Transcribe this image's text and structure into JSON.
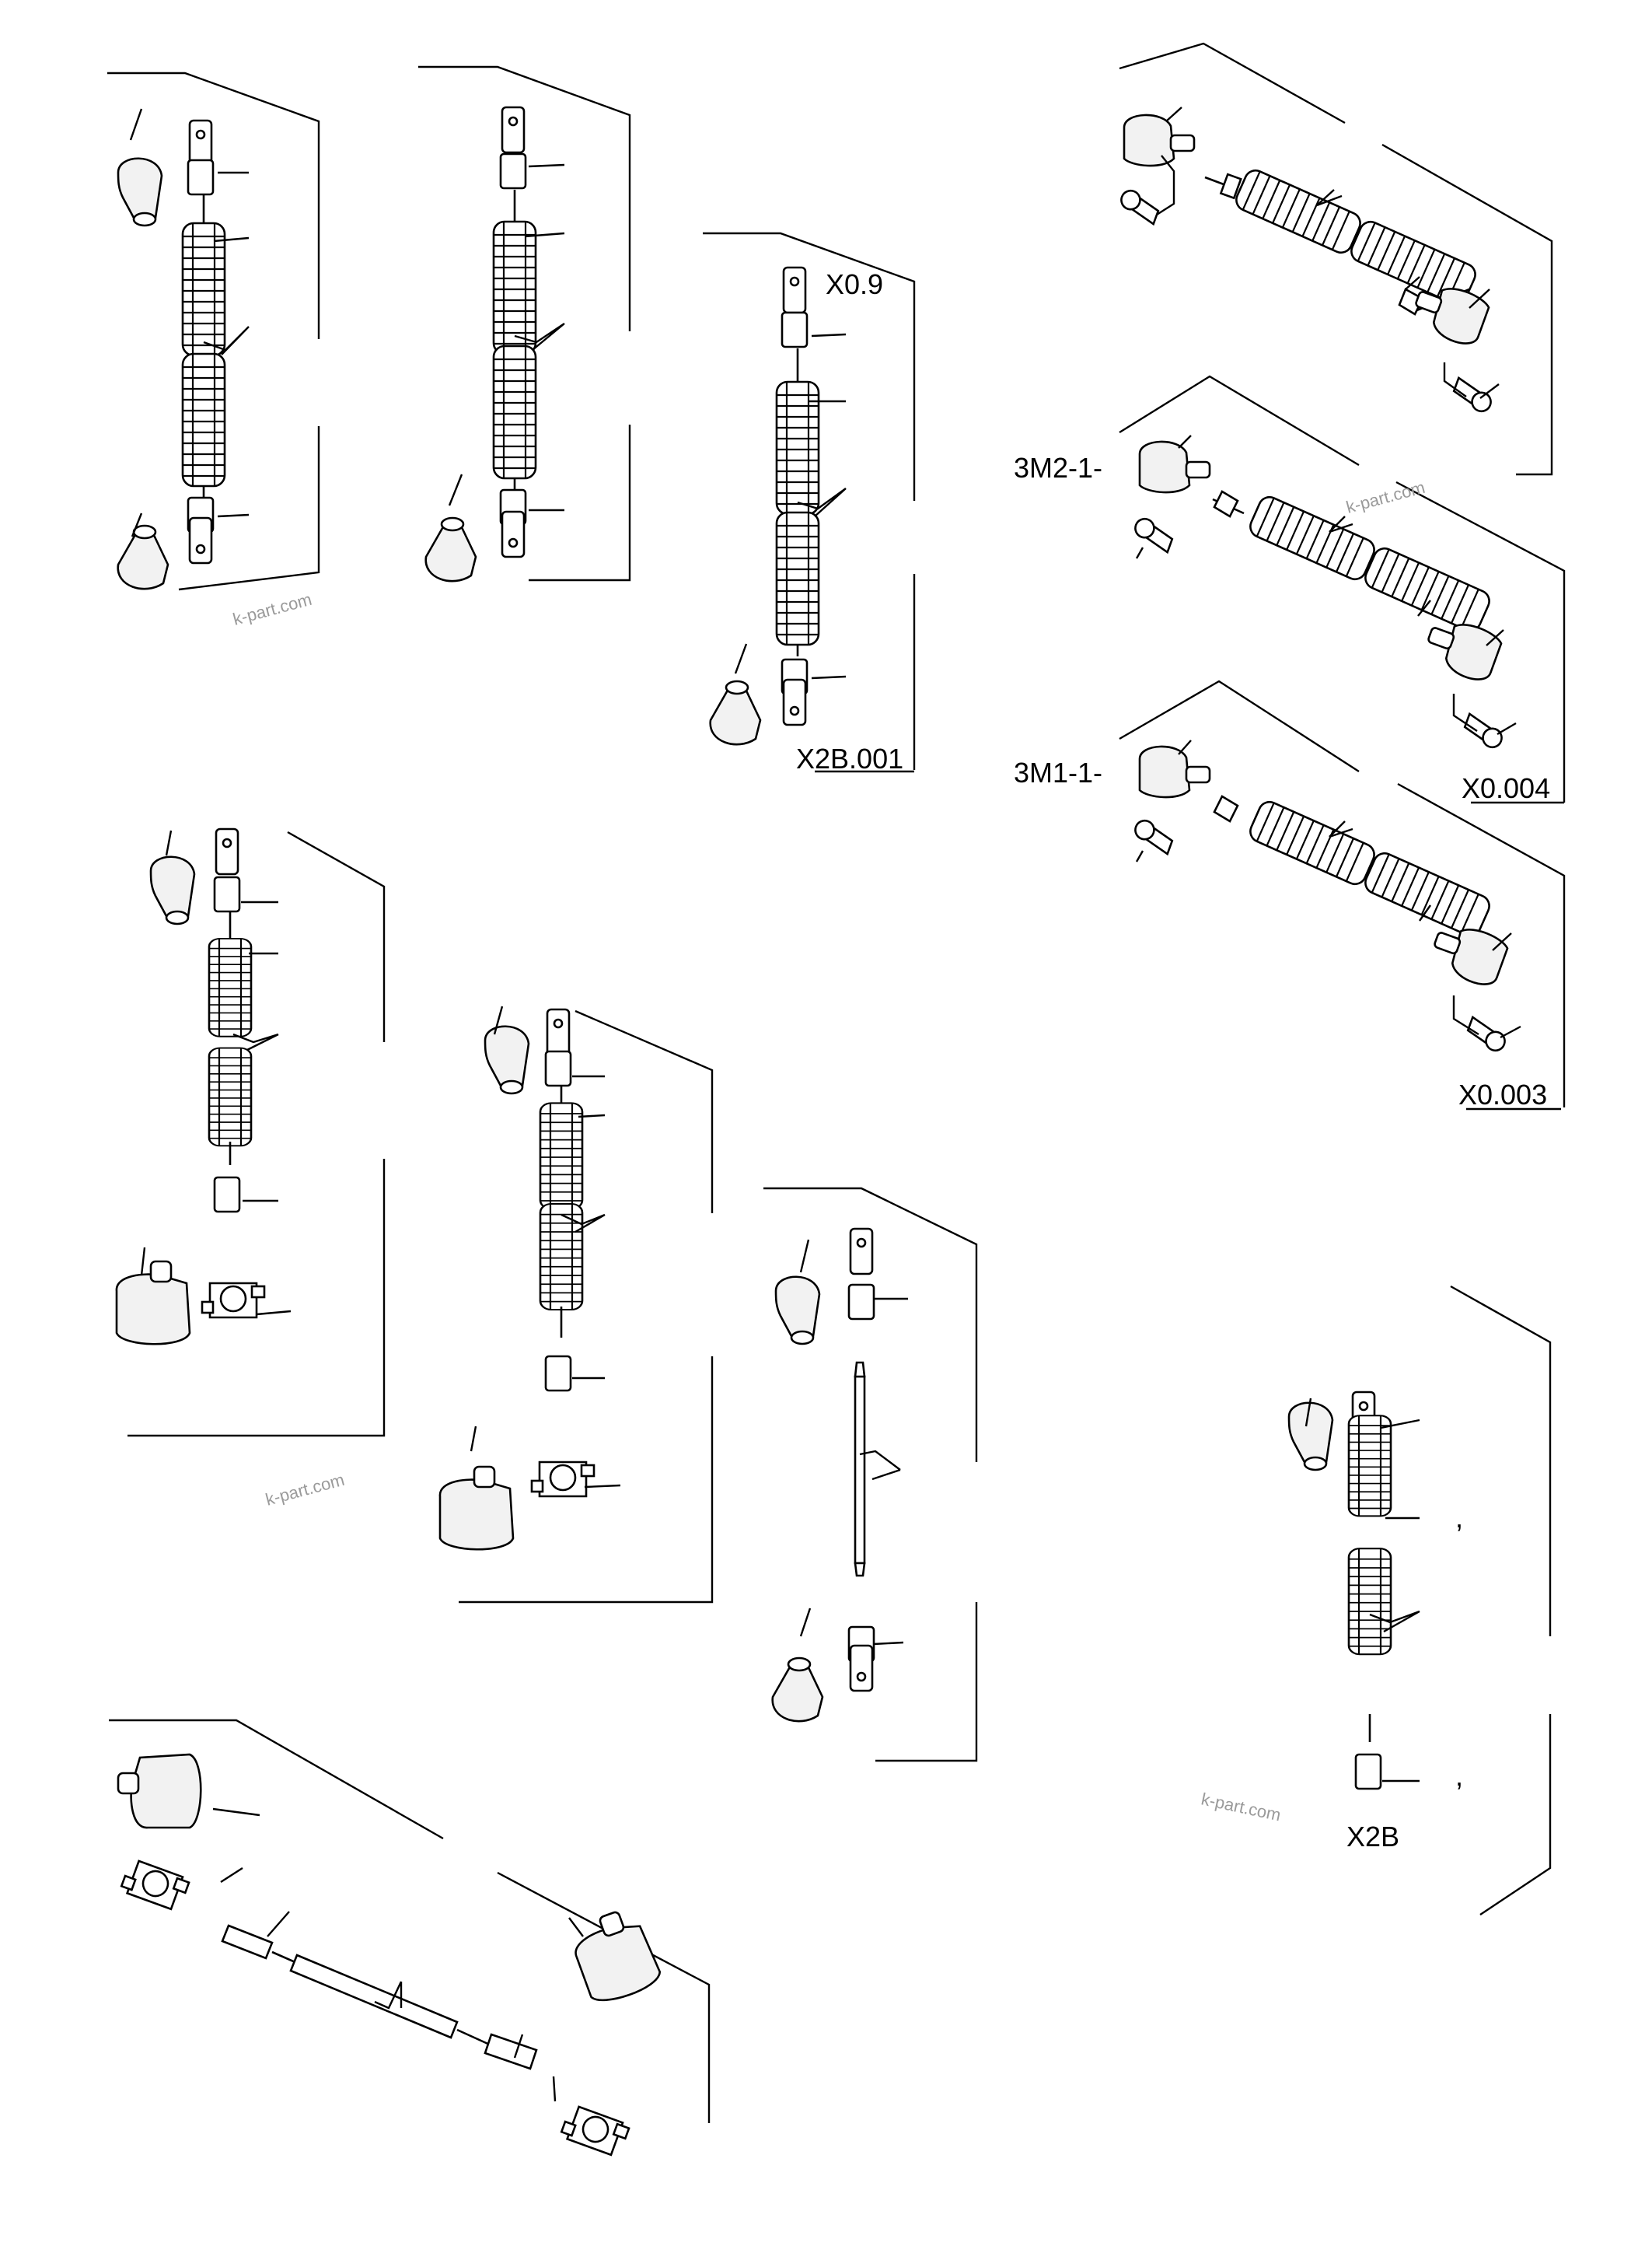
{
  "labels": {
    "x09": "X0.9",
    "x2b001": "X2B.001",
    "x0004": "X0.004",
    "x0003": "X0.003",
    "x2b": "X2B",
    "m21": "3M2-1-",
    "m11": "3M1-1-",
    "comma": ","
  },
  "watermark": "k-part.com"
}
